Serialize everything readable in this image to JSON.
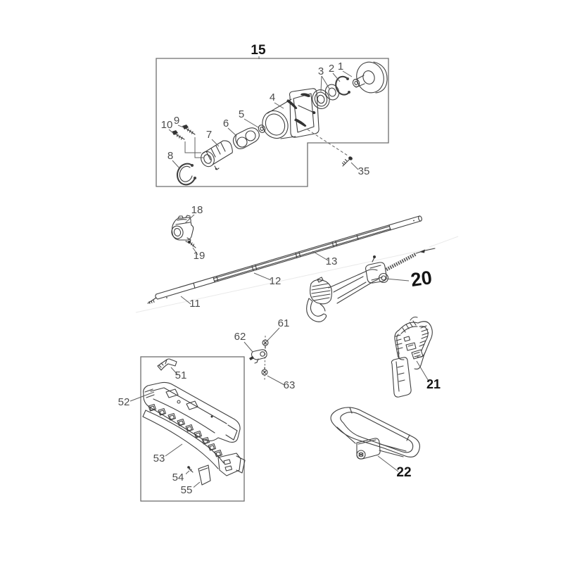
{
  "diagram": {
    "callouts": {
      "assembly_15": "15",
      "part_1": "1",
      "part_2": "2",
      "part_3": "3",
      "part_4": "4",
      "part_5": "5",
      "part_6": "6",
      "part_7": "7",
      "part_8": "8",
      "part_9": "9",
      "part_10": "10",
      "part_35": "35",
      "part_18": "18",
      "part_19": "19",
      "part_11": "11",
      "part_12": "12",
      "part_13": "13",
      "assembly_20": "20",
      "part_61": "61",
      "part_62": "62",
      "part_63": "63",
      "part_51": "51",
      "part_52": "52",
      "part_53": "53",
      "part_54": "54",
      "part_55": "55",
      "assembly_21": "21",
      "assembly_22": "22"
    },
    "colors": {
      "background": "#ffffff",
      "line": "#3f3f3f",
      "label": "#4c4c4c",
      "label_bold": "#141414",
      "box_border": "#6e6e6e",
      "leader": "#5f5f5f",
      "dark_fill": "#333333",
      "faint_line": "#e9e9e9"
    }
  }
}
